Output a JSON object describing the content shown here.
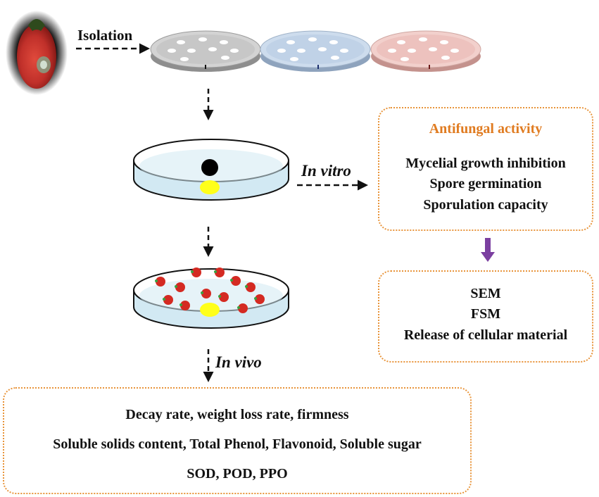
{
  "steps": {
    "isolation": "Isolation",
    "in_vitro": "In vitro",
    "in_vivo": "In vivo"
  },
  "antifungal_box": {
    "title": "Antifungal activity",
    "items": [
      "Mycelial growth inhibition",
      "Spore germination",
      "Sporulation capacity"
    ]
  },
  "mechanism_box": {
    "items": [
      "SEM",
      "FSM",
      "Release of cellular material"
    ]
  },
  "quality_box": {
    "items": [
      "Decay rate, weight loss rate, firmness",
      "Soluble solids content, Total Phenol, Flavonoid, Soluble sugar",
      "SOD, POD, PPO"
    ]
  },
  "colors": {
    "box_border": "#e8943a",
    "title_orange": "#e07b20",
    "arrow_purple": "#7b3fa0",
    "plate_gray": "#c9c9c9",
    "plate_blue": "#c5d6ea",
    "plate_pink": "#efc7c3",
    "dish_medium": "#cfe7f2",
    "yellow_spot": "#ffff1a",
    "fruit_red": "#d42a22"
  }
}
